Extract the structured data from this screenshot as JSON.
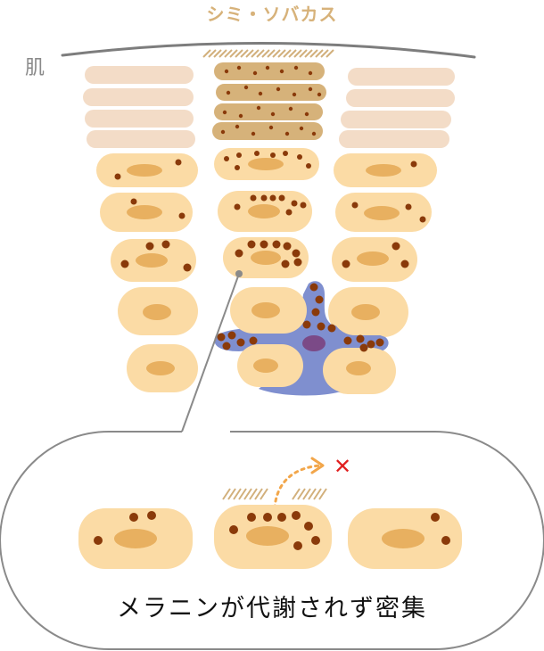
{
  "diagram": {
    "title": "シミ・ソバカス",
    "skin_label": "肌",
    "caption": "メラニンが代謝されず密集",
    "blocked_mark": "✕"
  },
  "colors": {
    "title": "#d7b27a",
    "skin_label": "#8a8a8a",
    "skin_line": "#7d7d7d",
    "horny_layer": "#f3dcc7",
    "horny_layer_stained": "#d6b27a",
    "cell": "#fbdba5",
    "cell_border": "#f0c98a",
    "nucleus": "#e8b060",
    "melanin": "#8a3a0a",
    "melanocyte": "#7f8fcf",
    "melanocyte_nucleus": "#7b4a87",
    "hatch": "#d2b07c",
    "arrow": "#f2a64a",
    "blocked": "#e12020",
    "callout_border": "#8a8a8a"
  }
}
